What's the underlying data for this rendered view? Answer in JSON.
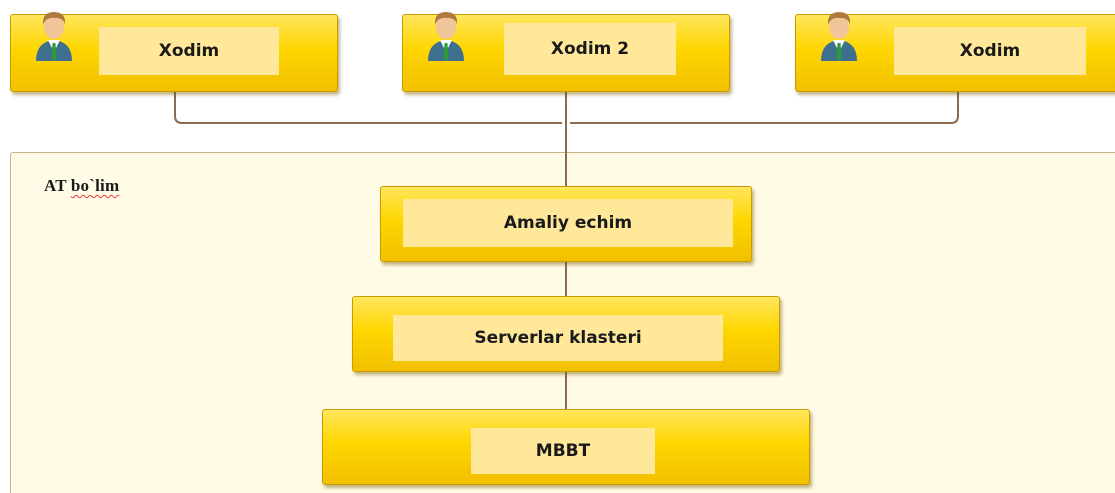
{
  "employees": [
    {
      "label": "Xodim",
      "icon": "user-icon"
    },
    {
      "label": "Xodim 2",
      "icon": "user-icon"
    },
    {
      "label": "Xodim",
      "icon": "user-icon"
    }
  ],
  "department": {
    "label_prefix": "AT ",
    "label_word": "bo`lim"
  },
  "stack": [
    {
      "label": "Amaliy echim"
    },
    {
      "label": "Serverlar klasteri"
    },
    {
      "label": "MBBT"
    }
  ],
  "colors": {
    "box_fill": "#ffd600",
    "box_inner": "#ffe89a",
    "box_border": "#c89c00",
    "connector": "#8b6a4d",
    "department_bg": "#fffbe6"
  }
}
